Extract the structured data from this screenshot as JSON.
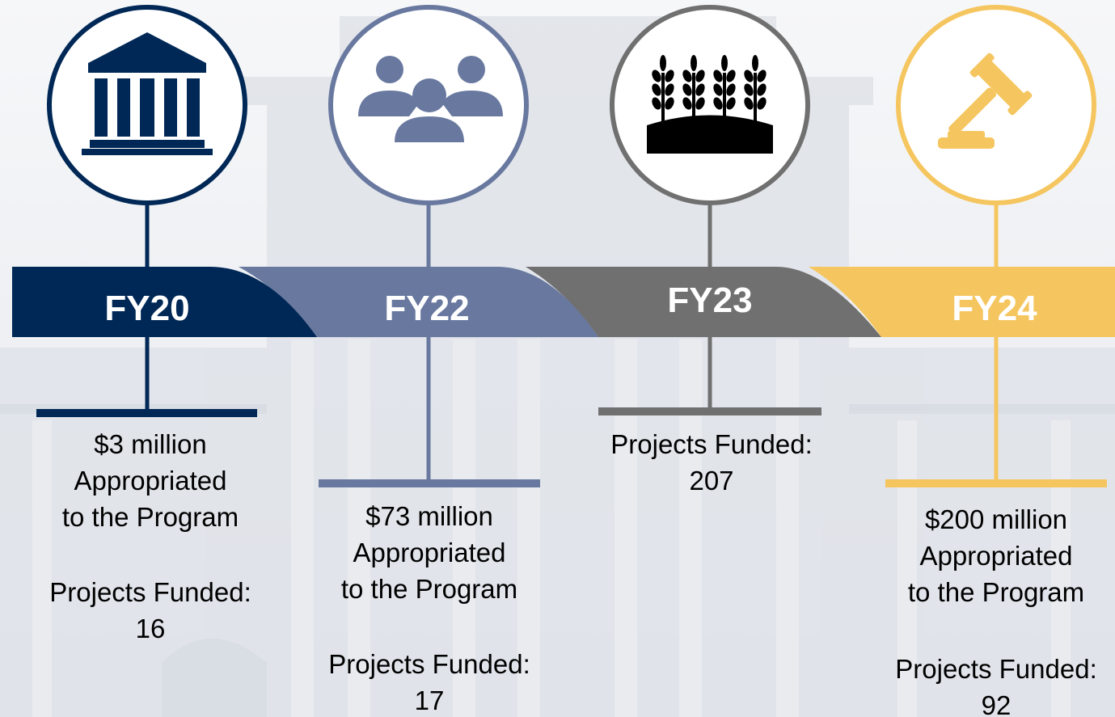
{
  "milestones": [
    {
      "year": "FY20",
      "icon": "government-building-icon",
      "color": "#002856",
      "appropriation": "$3 million\nAppropriated\nto the Program",
      "projects": "Projects Funded:\n16",
      "projects_funded": 16
    },
    {
      "year": "FY22",
      "icon": "people-group-icon",
      "color": "#68789f",
      "appropriation": "$73 million\nAppropriated\nto the Program",
      "projects": "Projects Funded:\n17",
      "projects_funded": 17
    },
    {
      "year": "FY23",
      "icon": "wheat-field-icon",
      "color": "#707070",
      "appropriation": "",
      "projects": "Projects Funded:\n207",
      "projects_funded": 207
    },
    {
      "year": "FY24",
      "icon": "gavel-icon",
      "color": "#f5c65f",
      "appropriation": "$200 million\nAppropriated\nto the Program",
      "projects": "Projects Funded:\n92",
      "projects_funded": 92
    }
  ]
}
